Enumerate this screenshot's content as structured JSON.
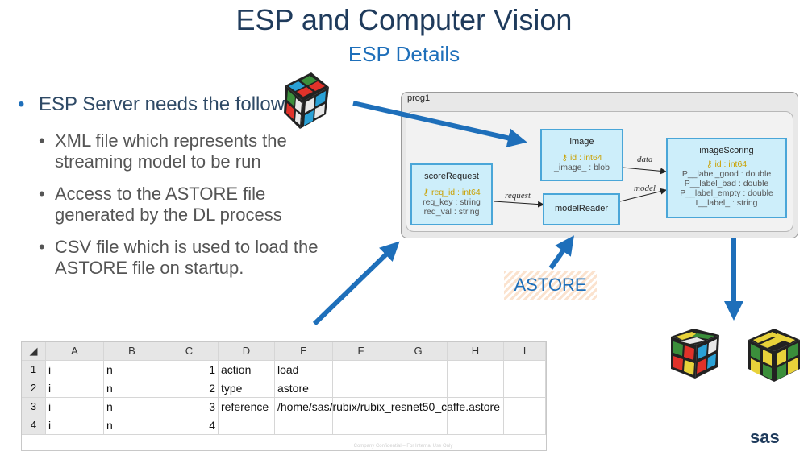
{
  "slide": {
    "title": "ESP and Computer Vision",
    "subtitle": "ESP Details",
    "bullet_main": "ESP Server needs the following:",
    "sub_bullets": [
      "XML file which represents the streaming model to be run",
      "Access to the ASTORE file generated by the DL process",
      "CSV file which is used to load the ASTORE file on startup."
    ],
    "footer": "Company Confidential – For Internal Use Only",
    "logo": "sas"
  },
  "diagram": {
    "project": "prog1",
    "nodes": {
      "image": {
        "title": "image",
        "fields": [
          "id : int64",
          "_image_ : blob"
        ]
      },
      "scoreRequest": {
        "title": "scoreRequest",
        "fields": [
          "req_id : int64",
          "req_key : string",
          "req_val : string"
        ]
      },
      "modelReader": {
        "title": "modelReader",
        "fields": []
      },
      "imageScoring": {
        "title": "imageScoring",
        "fields": [
          "id : int64",
          "P__label_good : double",
          "P__label_bad : double",
          "P__label_empty : double",
          "I__label_ : string"
        ]
      }
    },
    "edges": {
      "data": "data",
      "request": "request",
      "model": "model"
    },
    "astore_label": "ASTORE"
  },
  "spreadsheet": {
    "columns": [
      "A",
      "B",
      "C",
      "D",
      "E",
      "F",
      "G",
      "H",
      "I"
    ],
    "rows": [
      {
        "n": "1",
        "A": "i",
        "B": "n",
        "C": "1",
        "D": "action",
        "E": "load"
      },
      {
        "n": "2",
        "A": "i",
        "B": "n",
        "C": "2",
        "D": "type",
        "E": "astore"
      },
      {
        "n": "3",
        "A": "i",
        "B": "n",
        "C": "3",
        "D": "reference",
        "E": "/home/sas/rubix/rubix_resnet50_caffe.astore"
      },
      {
        "n": "4",
        "A": "i",
        "B": "n",
        "C": "4",
        "D": "",
        "E": ""
      }
    ]
  },
  "colors": {
    "title": "#1f3b5c",
    "accent": "#1e6fba",
    "arrow": "#1e6fba",
    "node_fill": "#cdeefa",
    "node_border": "#4aa6d8"
  },
  "icons": [
    "rubiks-cube-icon",
    "key-icon"
  ]
}
